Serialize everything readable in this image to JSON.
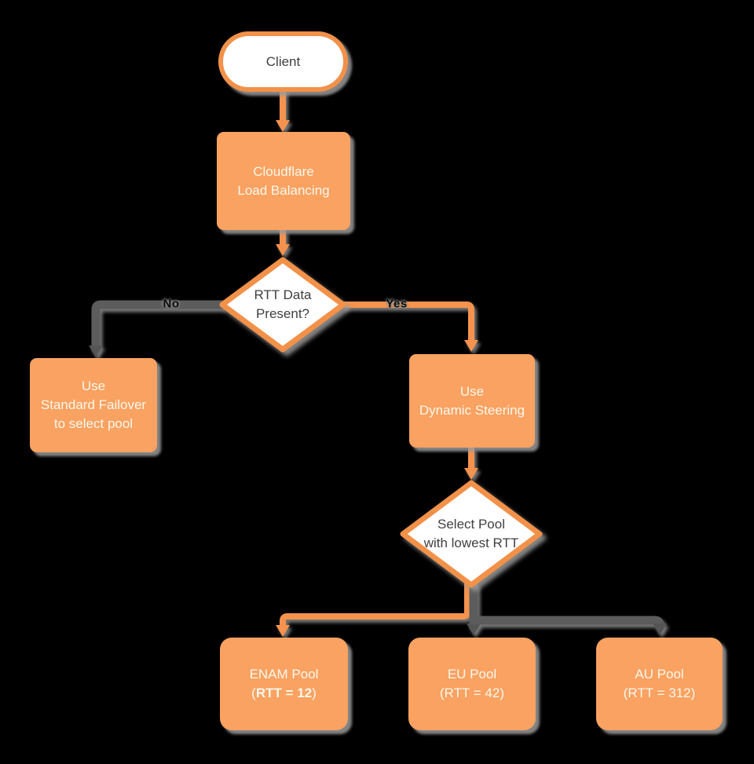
{
  "colors": {
    "background": "#000000",
    "node_fill_orange": "#F9A261",
    "node_border_orange": "#F29149",
    "edge_orange": "#F5934E",
    "edge_gray": "#5C5C5C",
    "shadow_gray": "#9B9B9B",
    "text_on_orange": "#FBF7EC",
    "text_on_white": "#3F3F3F"
  },
  "diagram": {
    "client": {
      "label": "Client"
    },
    "cloudflare": {
      "line1": "Cloudflare",
      "line2": "Load Balancing"
    },
    "rtt_decision": {
      "line1": "RTT Data",
      "line2": "Present?"
    },
    "no_label": "No",
    "yes_label": "Yes",
    "standard_failover": {
      "line1": "Use",
      "line2": "Standard Failover",
      "line3": "to select pool"
    },
    "dynamic_steering": {
      "line1": "Use",
      "line2": "Dynamic Steering"
    },
    "select_pool": {
      "line1": "Select Pool",
      "line2": "with lowest RTT"
    },
    "enam_pool": {
      "line1": "ENAM Pool",
      "line2_open": "(",
      "line2_bold": "RTT = 12",
      "line2_close": ")"
    },
    "eu_pool": {
      "line1": "EU Pool",
      "line2": "(RTT = 42)"
    },
    "au_pool": {
      "line1": "AU Pool",
      "line2": "(RTT = 312)"
    }
  }
}
